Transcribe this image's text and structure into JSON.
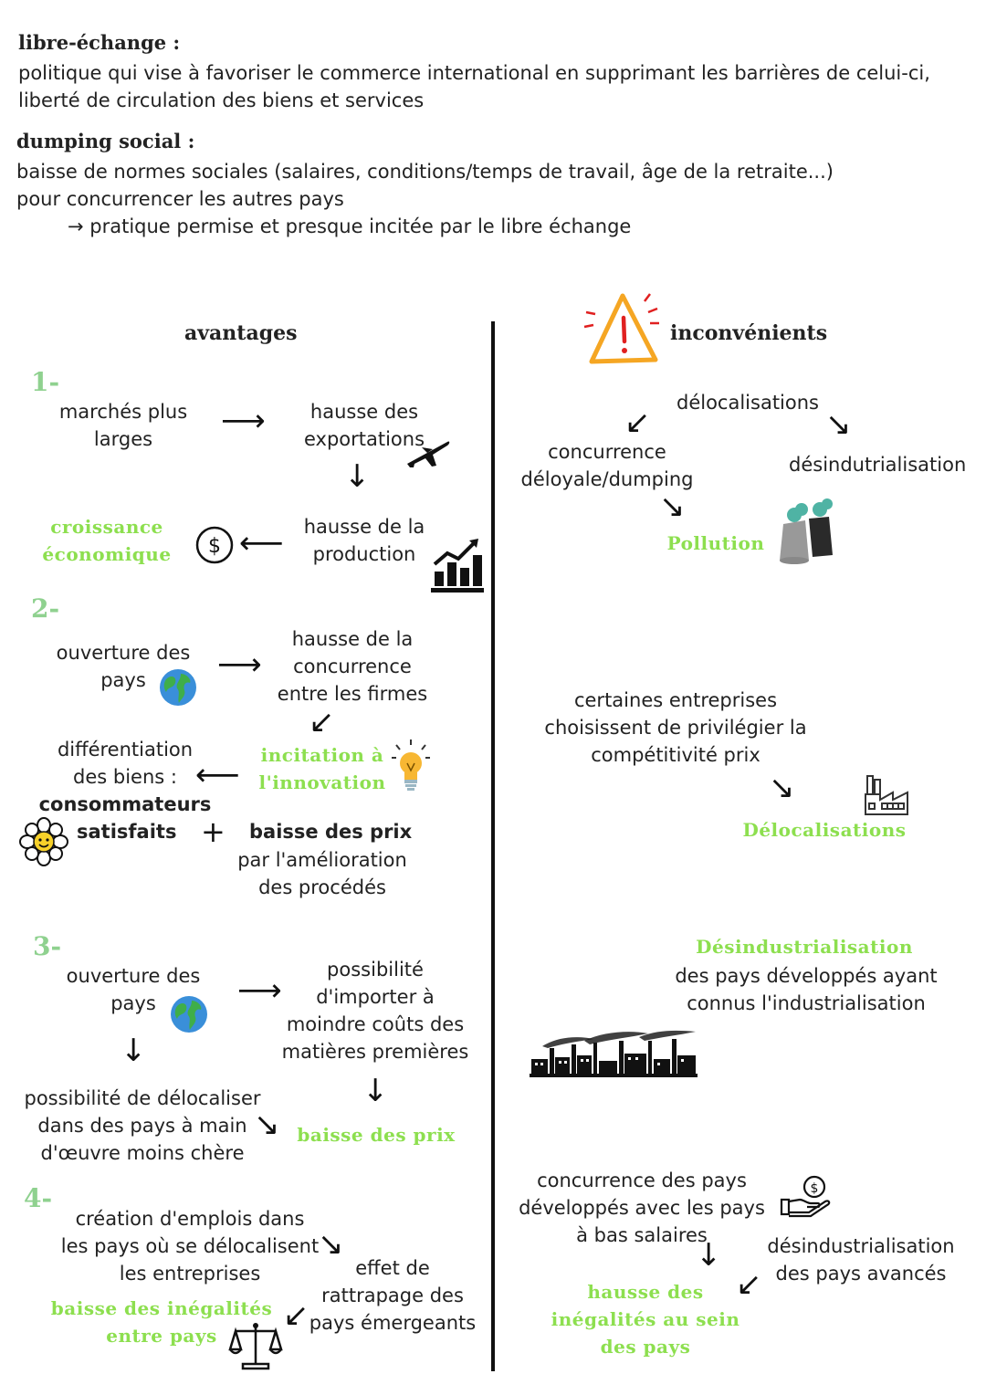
{
  "definitions": {
    "libre_title": "libre-échange :",
    "libre_text": "politique qui vise à favoriser le commerce international en supprimant les barrières de celui-ci, liberté de circulation des biens et services",
    "dumping_title": "dumping social :",
    "dumping_text": "baisse de normes sociales (salaires, conditions/temps de travail, âge de la retraite...) pour concurrencer les autres pays",
    "dumping_note": "→ pratique permise et presque incitée par le libre échange"
  },
  "avantages": {
    "title": "avantages",
    "s1": {
      "num": "1-",
      "marches": "marchés plus larges",
      "exportations": "hausse des exportations",
      "production": "hausse de la production",
      "croissance": "croissance économique"
    },
    "s2": {
      "num": "2-",
      "ouverture": "ouverture des pays",
      "concurrence": "hausse de la concurrence entre les firmes",
      "incitation": "incitation à l'innovation",
      "differentiation": "différentiation des biens :",
      "consommateurs": "consommateurs",
      "satisfaits": "satisfaits",
      "plus": "+",
      "baisse_prix": "baisse des prix",
      "amelioration": "par l'amélioration des procédés"
    },
    "s3": {
      "num": "3-",
      "ouverture": "ouverture des pays",
      "importer": "possibilité d'importer à moindre coûts des matières premières",
      "delocaliser": "possibilité de délocaliser dans des pays à main d'œuvre moins chère",
      "baisse_prix": "baisse des prix"
    },
    "s4": {
      "num": "4-",
      "emplois": "création d'emplois dans les pays où se délocalisent les entreprises",
      "rattrapage": "effet de rattrapage des pays émergeants",
      "inegalites": "baisse des inégalités entre pays"
    }
  },
  "inconvenients": {
    "title": "inconvénients",
    "delocalisations": "délocalisations",
    "concurrence": "concurrence déloyale/dumping",
    "desindus": "désindutrialisation",
    "pollution": "Pollution",
    "entreprises": "certaines entreprises choisissent de privilégier la compétitivité prix",
    "delocalisations2": "Délocalisations",
    "desindus2_title": "Désindustrialisation",
    "desindus2_text": "des pays développés ayant connus l'industrialisation",
    "concurrence_pays": "concurrence des pays développés avec les pays à bas salaires",
    "desindus_avances": "désindustrialisation des pays avancés",
    "hausse_inegalites": "hausse des inégalités au sein des pays"
  },
  "icons": {
    "colors": {
      "green": "#8ddf4f",
      "section_green": "#8fd18f",
      "warning": "#f5a623",
      "warning_mark": "#e02020"
    },
    "names": [
      "warning-icon",
      "airplane-icon",
      "dollar-icon",
      "growth-chart-icon",
      "globe-icon",
      "lightbulb-icon",
      "flower-icon",
      "factory-icon",
      "pollution-icon",
      "industrial-skyline-icon",
      "money-hand-icon",
      "scales-icon"
    ]
  }
}
